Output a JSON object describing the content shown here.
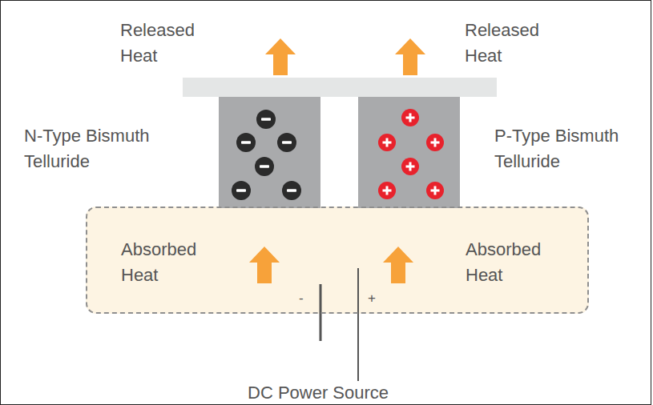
{
  "diagram": {
    "nodes": [
      {
        "text": [
          "Absorbed Heat",
          "Absorbed Heat"
        ]
      }
    ],
    "labels": [
      "Released Heat",
      "Released Heat",
      "N-Type Bismuth Telluride",
      "P-Type Bismuth Telluride",
      "-",
      "+",
      "DC Power Source"
    ]
  }
}
